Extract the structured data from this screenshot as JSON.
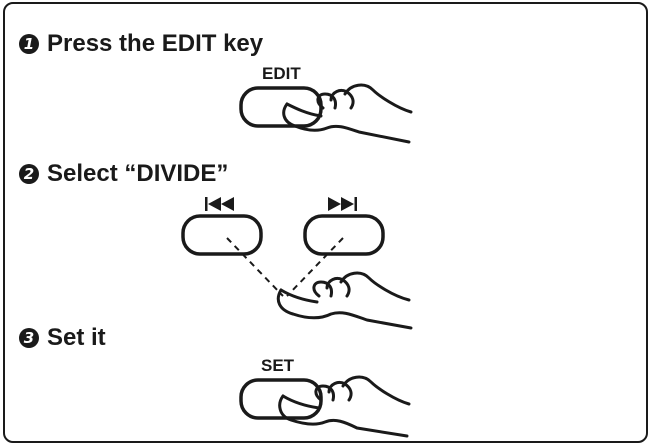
{
  "steps": [
    {
      "number": "1",
      "text": "Press the EDIT key"
    },
    {
      "number": "2",
      "text": "Select “DIVIDE”"
    },
    {
      "number": "3",
      "text": "Set it"
    }
  ],
  "keys": {
    "edit_label": "EDIT",
    "set_label": "SET",
    "skip_back_icon": "skip-back-icon",
    "skip_forward_icon": "skip-forward-icon"
  }
}
